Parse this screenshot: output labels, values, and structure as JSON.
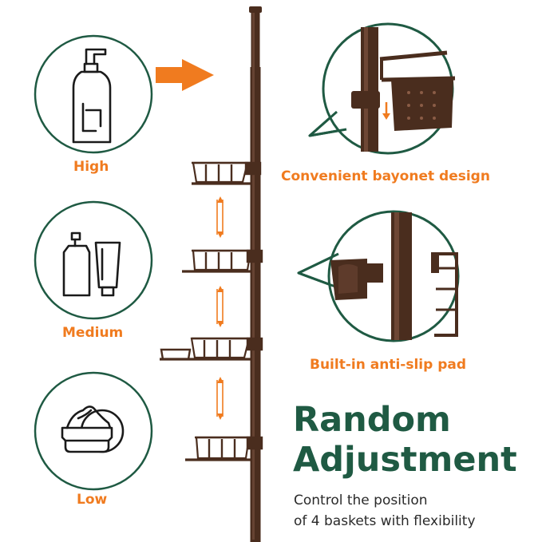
{
  "levels": [
    {
      "label": "High",
      "icon": "pump-bottle-icon"
    },
    {
      "label": "Medium",
      "icon": "bottle-and-tube-icon"
    },
    {
      "label": "Low",
      "icon": "cream-jar-icon"
    }
  ],
  "features": {
    "bayonet": "Convenient bayonet design",
    "antislip": "Built-in anti-slip pad"
  },
  "headline": {
    "line1": "Random",
    "line2": "Adjustment"
  },
  "description": {
    "line1": "Control the position",
    "line2": "of 4 baskets with flexibility"
  },
  "colors": {
    "accent": "#f07b1f",
    "brand": "#1f5a43",
    "bronze": "#4a2d1e"
  }
}
